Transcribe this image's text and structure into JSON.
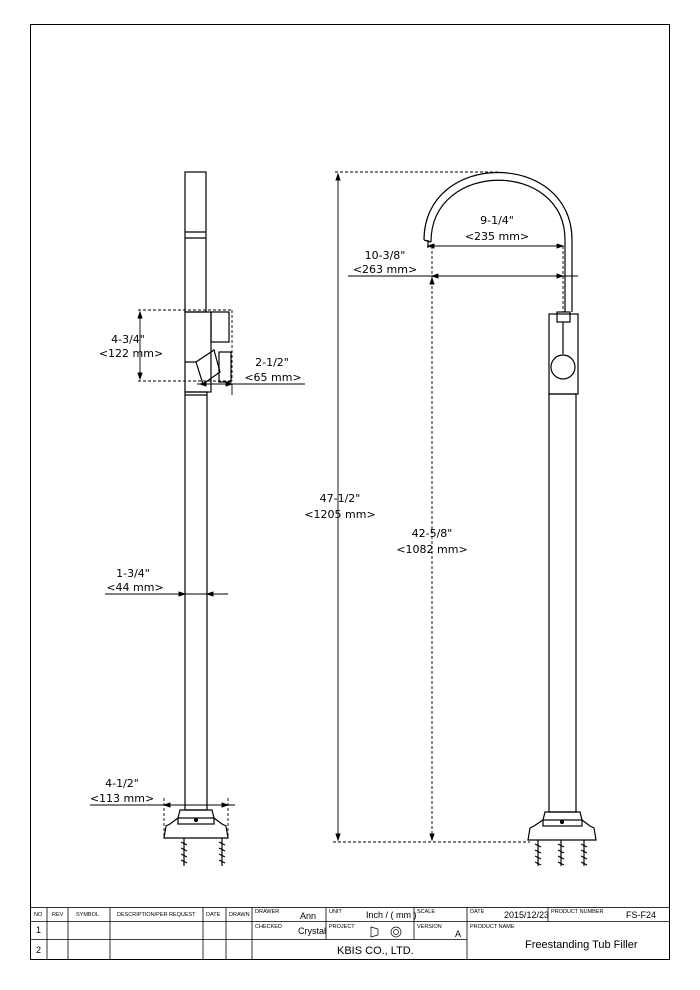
{
  "dimensions": {
    "handle_height": {
      "inch": "4-3/4\"",
      "mm": "<122 mm>"
    },
    "handle_projection": {
      "inch": "2-1/2\"",
      "mm": "<65 mm>"
    },
    "riser_diameter": {
      "inch": "1-3/4\"",
      "mm": "<44 mm>"
    },
    "base_width": {
      "inch": "4-1/2\"",
      "mm": "<113 mm>"
    },
    "overall_height": {
      "inch": "47-1/2\"",
      "mm": "<1205 mm>"
    },
    "spout_height": {
      "inch": "42-5/8\"",
      "mm": "<1082 mm>"
    },
    "spout_reach": {
      "inch": "10-3/8\"",
      "mm": "<263 mm>"
    },
    "spout_arc_width": {
      "inch": "9-1/4\"",
      "mm": "<235 mm>"
    }
  },
  "title_block": {
    "headers": {
      "no": "NO",
      "rev": "REV",
      "symbol": "SYMBOL",
      "description": "DESCRIPTION/PER REQUEST",
      "date_col": "DATE",
      "drawn_col": "DRAWN",
      "drawer": "DRAWER",
      "checked": "CHECKED",
      "unit": "UNIT",
      "project": "PROJECT",
      "scale": "SCALE",
      "version": "VERSION",
      "date": "DATE",
      "product_number": "PRODUCT NUMBER",
      "product_name": "PRODUCT NAME"
    },
    "rows": [
      "1",
      "2"
    ],
    "drawer_value": "Ann",
    "checked_value": "Crystal",
    "unit_value": "Inch / ( mm )",
    "version_value": "A",
    "date_value": "2015/12/23",
    "product_number_value": "FS-F24",
    "company": "KBIS CO., LTD.",
    "product_name_value": "Freestanding Tub Filler"
  }
}
